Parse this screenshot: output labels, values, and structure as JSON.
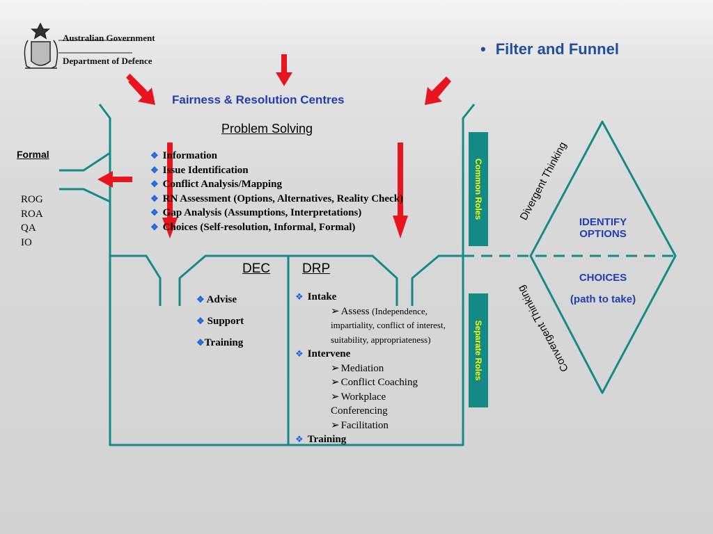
{
  "header": {
    "org_line1": "Australian Government",
    "org_line2": "Department of Defence",
    "bullet_title": "Filter and Funnel"
  },
  "centres_title": "Fairness & Resolution Centres",
  "problem_solving": {
    "title": "Problem Solving",
    "items": [
      "Information",
      "Issue Identification",
      "Conflict Analysis/Mapping",
      "RN  Assessment (Options, Alternatives, Reality Check)",
      "Gap Analysis (Assumptions, Interpretations)",
      "Choices (Self-resolution, Informal, Formal)"
    ]
  },
  "formal": {
    "label": "Formal",
    "items": [
      "ROG",
      "ROA",
      "QA",
      "IO"
    ]
  },
  "dec": {
    "title": "DEC",
    "items": [
      "Advise",
      "Support",
      "Training"
    ]
  },
  "drp": {
    "title": "DRP",
    "intake": "Intake",
    "assess": "Assess",
    "assess_detail": "(Independence, impartiality, conflict of interest, suitability, appropriateness)",
    "intervene": "Intervene",
    "sub_items": [
      "Mediation",
      "Conflict Coaching",
      "Workplace Conferencing",
      "Facilitation"
    ],
    "training": "Training"
  },
  "roles": {
    "common": "Common Roles",
    "separate": "Separate Roles"
  },
  "diamond": {
    "divergent": "Divergent Thinking",
    "convergent": "Convergent Thinking",
    "identify_line1": "IDENTIFY",
    "identify_line2": "OPTIONS",
    "choices": "CHOICES",
    "path": "(path to take)"
  },
  "colors": {
    "teal": "#138a86",
    "arrow_red": "#e8141e",
    "title_blue": "#1f3fb0",
    "box_text_yellow": "#ffff00"
  }
}
